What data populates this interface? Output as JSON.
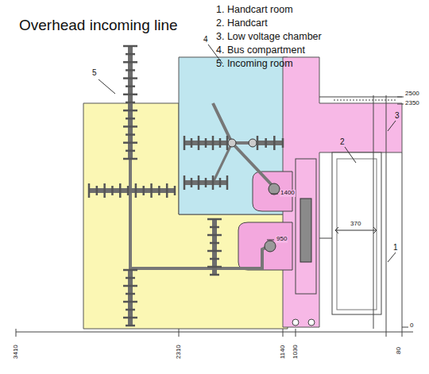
{
  "diagram": {
    "title": "Overhead incoming line",
    "labels": [
      "1. Handcart room",
      "2. Handcart",
      "3. Low voltage chamber",
      "4. Bus compartment",
      "5. Incoming room",
      "5",
      "4",
      "3",
      "2",
      "1",
      "2500",
      "2350",
      "1400",
      "950",
      "370",
      "0",
      "3410",
      "2310",
      "1140",
      "1030",
      "80"
    ]
  }
}
